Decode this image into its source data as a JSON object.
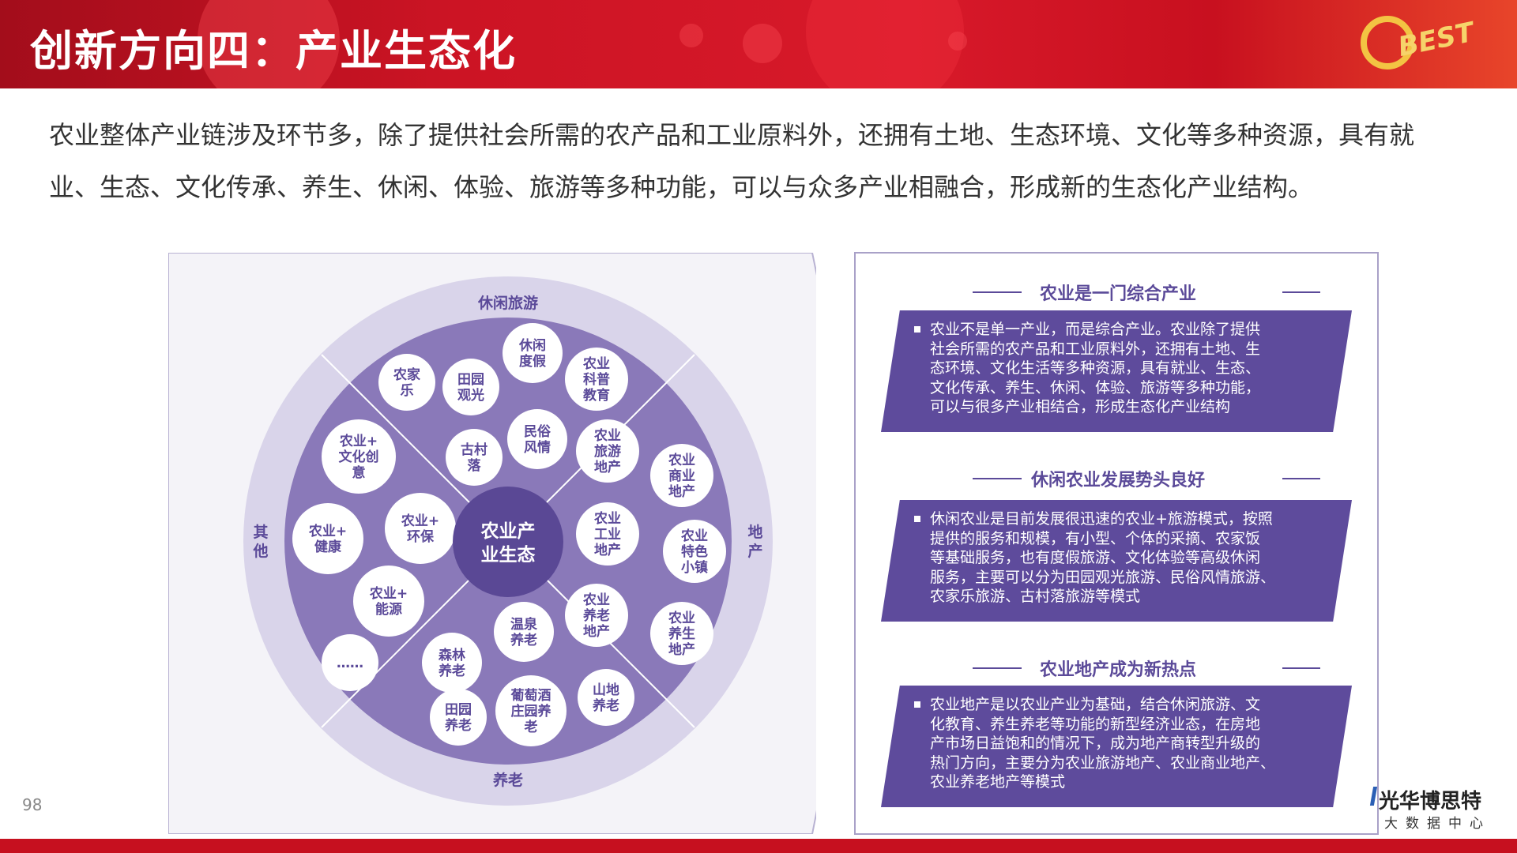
{
  "header": {
    "title": "创新方向四：产业生态化",
    "logo_text": "BEST"
  },
  "intro": "农业整体产业链涉及环节多，除了提供社会所需的农产品和工业原料外，还拥有土地、生态环境、文化等多种资源，具有就业、生态、文化传承、养生、休闲、体验、旅游等多种功能，可以与众多产业相融合，形成新的生态化产业结构。",
  "diagram": {
    "center": [
      "农业产",
      "业生态"
    ],
    "sectors": {
      "top": "休闲旅游",
      "right": [
        "地",
        "产"
      ],
      "bottom": "养老",
      "left": [
        "其",
        "他"
      ]
    },
    "bubbles": [
      {
        "lines": [
          "农家",
          "乐"
        ]
      },
      {
        "lines": [
          "田园",
          "观光"
        ]
      },
      {
        "lines": [
          "休闲",
          "度假"
        ]
      },
      {
        "lines": [
          "农业",
          "科普",
          "教育"
        ]
      },
      {
        "lines": [
          "古村",
          "落"
        ]
      },
      {
        "lines": [
          "民俗",
          "风情"
        ]
      },
      {
        "lines": [
          "农业",
          "旅游",
          "地产"
        ]
      },
      {
        "lines": [
          "农业",
          "商业",
          "地产"
        ]
      },
      {
        "lines": [
          "农业",
          "工业",
          "地产"
        ]
      },
      {
        "lines": [
          "农业",
          "特色",
          "小镇"
        ]
      },
      {
        "lines": [
          "农业",
          "养老",
          "地产"
        ]
      },
      {
        "lines": [
          "农业",
          "养生",
          "地产"
        ]
      },
      {
        "lines": [
          "温泉",
          "养老"
        ]
      },
      {
        "lines": [
          "森林",
          "养老"
        ]
      },
      {
        "lines": [
          "山地",
          "养老"
        ]
      },
      {
        "lines": [
          "田园",
          "养老"
        ]
      },
      {
        "lines": [
          "葡萄酒",
          "庄园养",
          "老"
        ]
      },
      {
        "lines": [
          "农业+",
          "文化创",
          "意"
        ]
      },
      {
        "lines": [
          "农业+",
          "环保"
        ]
      },
      {
        "lines": [
          "农业+",
          "健康"
        ]
      },
      {
        "lines": [
          "农业+",
          "能源"
        ]
      },
      {
        "lines": [
          "……"
        ]
      }
    ]
  },
  "right_panel": {
    "sections": [
      {
        "title": "农业是一门综合产业",
        "lines": [
          "农业不是单一产业，而是综合产业。农业除了提供",
          "社会所需的农产品和工业原料外，还拥有土地、生",
          "态环境、文化生活等多种资源，具有就业、生态、",
          "文化传承、养生、休闲、体验、旅游等多种功能，",
          "可以与很多产业相结合，形成生态化产业结构"
        ]
      },
      {
        "title": "休闲农业发展势头良好",
        "lines": [
          "休闲农业是目前发展很迅速的农业+旅游模式，按照",
          "提供的服务和规模，有小型、个体的采摘、农家饭",
          "等基础服务，也有度假旅游、文化体验等高级休闲",
          "服务，主要可以分为田园观光旅游、民俗风情旅游、",
          "农家乐旅游、古村落旅游等模式"
        ]
      },
      {
        "title": "农业地产成为新热点",
        "lines": [
          "农业地产是以农业产业为基础，结合休闲旅游、文",
          "化教育、养生养老等功能的新型经济业态，在房地",
          "产市场日益饱和的情况下，成为地产商转型升级的",
          "热门方向，主要分为农业旅游地产、农业商业地产、",
          "农业养老地产等模式"
        ]
      }
    ]
  },
  "footer": {
    "page_number": "98",
    "brand_name": "光华博思特",
    "brand_sub": "大数据中心"
  },
  "colors": {
    "header_red": "#cc1424",
    "purple_dark": "#5e4b9c",
    "purple_mid": "#8a7bb8",
    "purple_light": "#d6d1e8"
  }
}
